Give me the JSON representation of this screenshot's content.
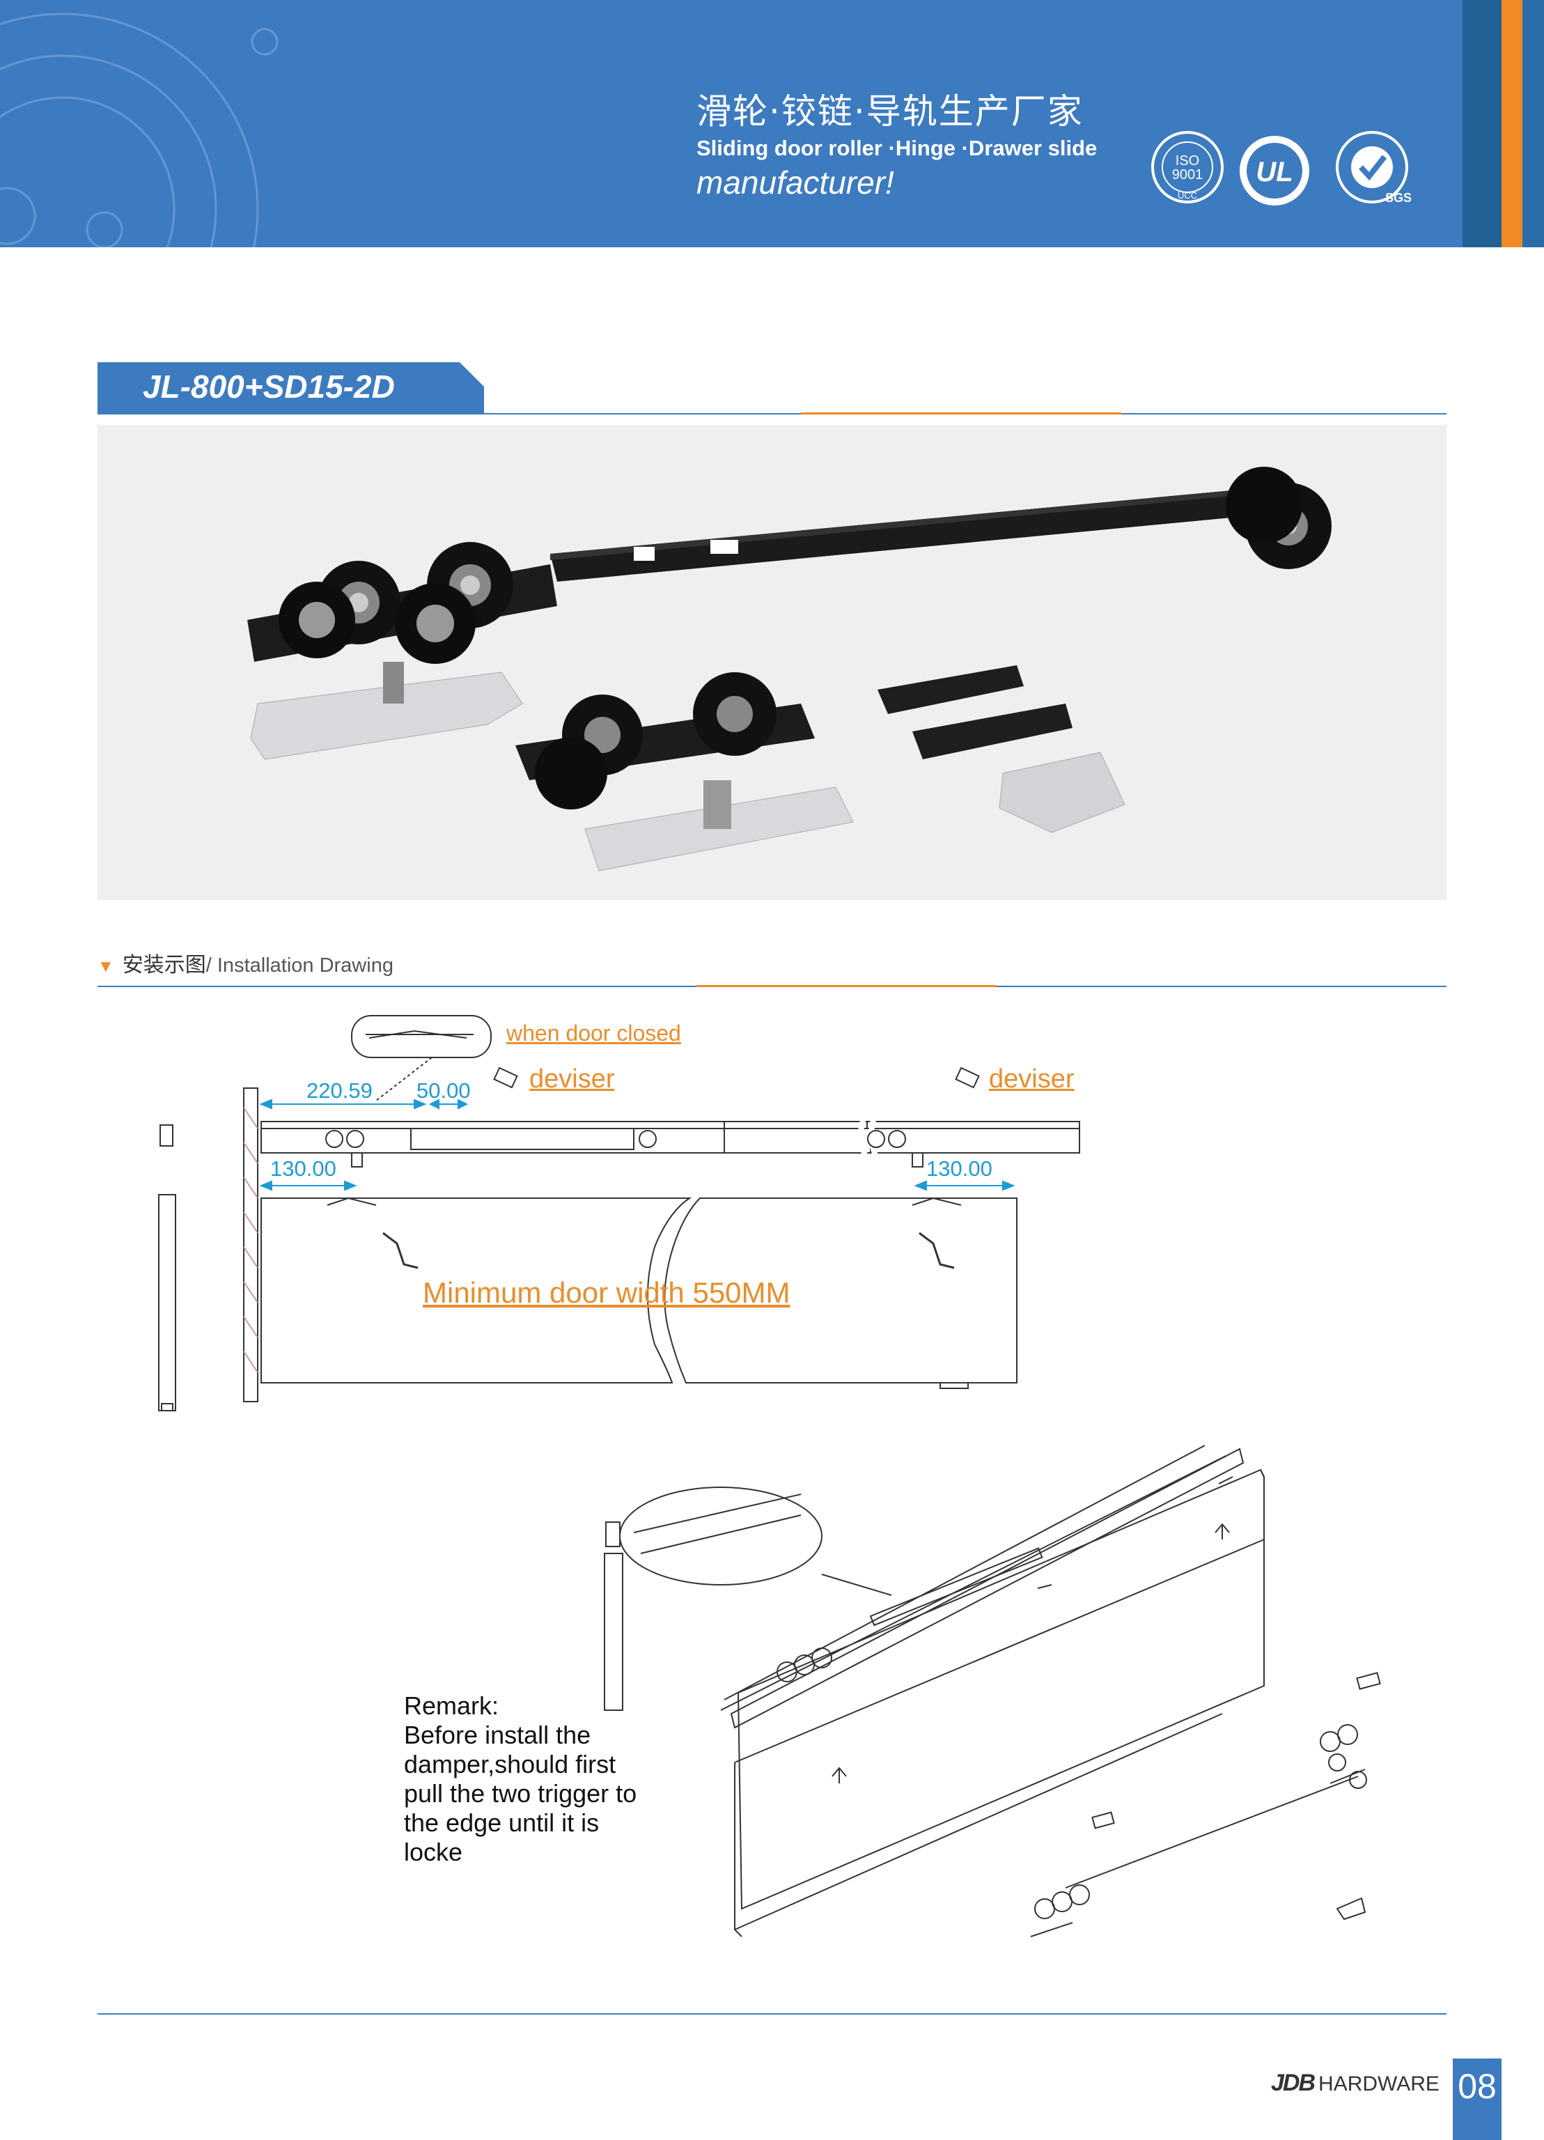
{
  "header": {
    "title_cn": "滑轮·铰链·导轨生产厂家",
    "subtitle_en": "Sliding door roller ·Hinge ·Drawer slide",
    "tagline_en": "manufacturer!",
    "cert_logos": [
      {
        "icon": "iso-9001-ucc-seal-icon",
        "text": "ISO 9001",
        "caption": "UCC"
      },
      {
        "icon": "ul-certification-icon",
        "text": "UL"
      },
      {
        "icon": "sgs-certification-icon",
        "text": "SGS"
      }
    ],
    "colors": {
      "blue": "#3d7bc0",
      "dark_blue": "#226194",
      "orange": "#f08a24"
    }
  },
  "product": {
    "model": "JL-800+SD15-2D"
  },
  "installation": {
    "heading_cn": "安装示图",
    "heading_en": "/ Installation Drawing",
    "callout_closed": "when door closed",
    "deviser_label": "deviser",
    "dims": {
      "a": "220.59",
      "b": "50.00",
      "c": "130.00",
      "d": "130.00"
    },
    "min_width": "Minimum door width 550MM"
  },
  "remark": {
    "title": "Remark:",
    "lines": [
      "Before install the",
      "damper,should first",
      "pull the two trigger to",
      "the edge until it is",
      "locke"
    ]
  },
  "footer": {
    "brand_logo": "JDB",
    "brand_text": "HARDWARE",
    "page_number": "08"
  }
}
